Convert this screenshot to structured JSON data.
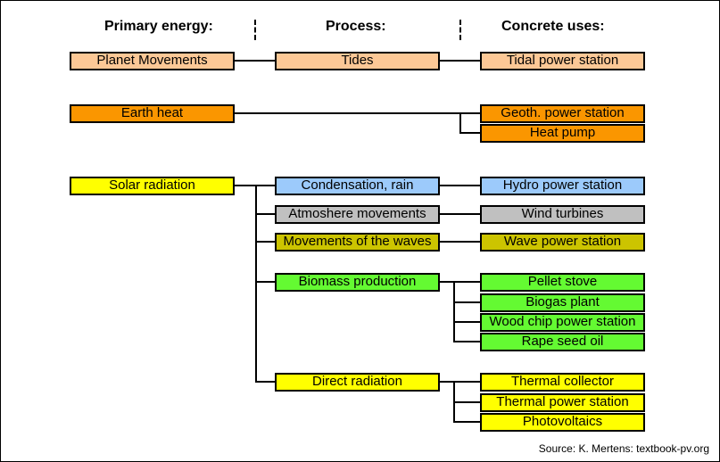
{
  "headers": {
    "primary": "Primary energy:",
    "process": "Process:",
    "uses": "Concrete uses:"
  },
  "colors": {
    "tan": "#fcc896",
    "orange": "#fa9600",
    "yellow": "#ffff00",
    "light_blue": "#9ccafb",
    "gray": "#c0c0c0",
    "olive": "#ccc400",
    "green": "#64fa32"
  },
  "primary": {
    "planet": "Planet Movements",
    "earth": "Earth heat",
    "solar": "Solar radiation"
  },
  "process": {
    "tides": "Tides",
    "condensation": "Condensation, rain",
    "atmosphere": "Atmoshere movements",
    "waves": "Movements of the waves",
    "biomass": "Biomass production",
    "direct": "Direct radiation"
  },
  "uses": {
    "tidal": "Tidal power station",
    "geoth": "Geoth. power station",
    "heat_pump": "Heat pump",
    "hydro": "Hydro power station",
    "wind": "Wind turbines",
    "wave": "Wave power station",
    "pellet": "Pellet stove",
    "biogas": "Biogas plant",
    "wood_chip": "Wood chip power station",
    "rape": "Rape seed oil",
    "thermal_collector": "Thermal collector",
    "thermal_power": "Thermal power station",
    "pv": "Photovoltaics"
  },
  "source": "Source: K. Mertens: textbook-pv.org"
}
